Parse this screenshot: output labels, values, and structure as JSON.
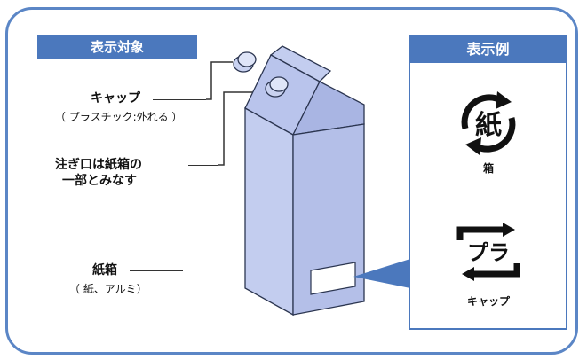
{
  "header_left": "表示対象",
  "header_right": "表示例",
  "parts": {
    "cap": {
      "label": "キャップ",
      "note": "（ プラスチック:外れる ）"
    },
    "spout": {
      "label_line1": "注ぎ口は紙箱の",
      "label_line2": "一部とみなす"
    },
    "box": {
      "label": "紙箱",
      "note": "（ 紙、アルミ）"
    }
  },
  "marks": {
    "paper": {
      "symbol_text": "紙",
      "caption": "箱",
      "icon": "paper-recycle-mark"
    },
    "plastic": {
      "symbol_text": "プラ",
      "caption": "キャップ",
      "icon": "plastic-recycle-mark"
    }
  },
  "colors": {
    "accent": "#4b78bd",
    "frame": "#5b86c6",
    "carton": "#c3cdef",
    "carton_shade": "#a9b5e3"
  }
}
